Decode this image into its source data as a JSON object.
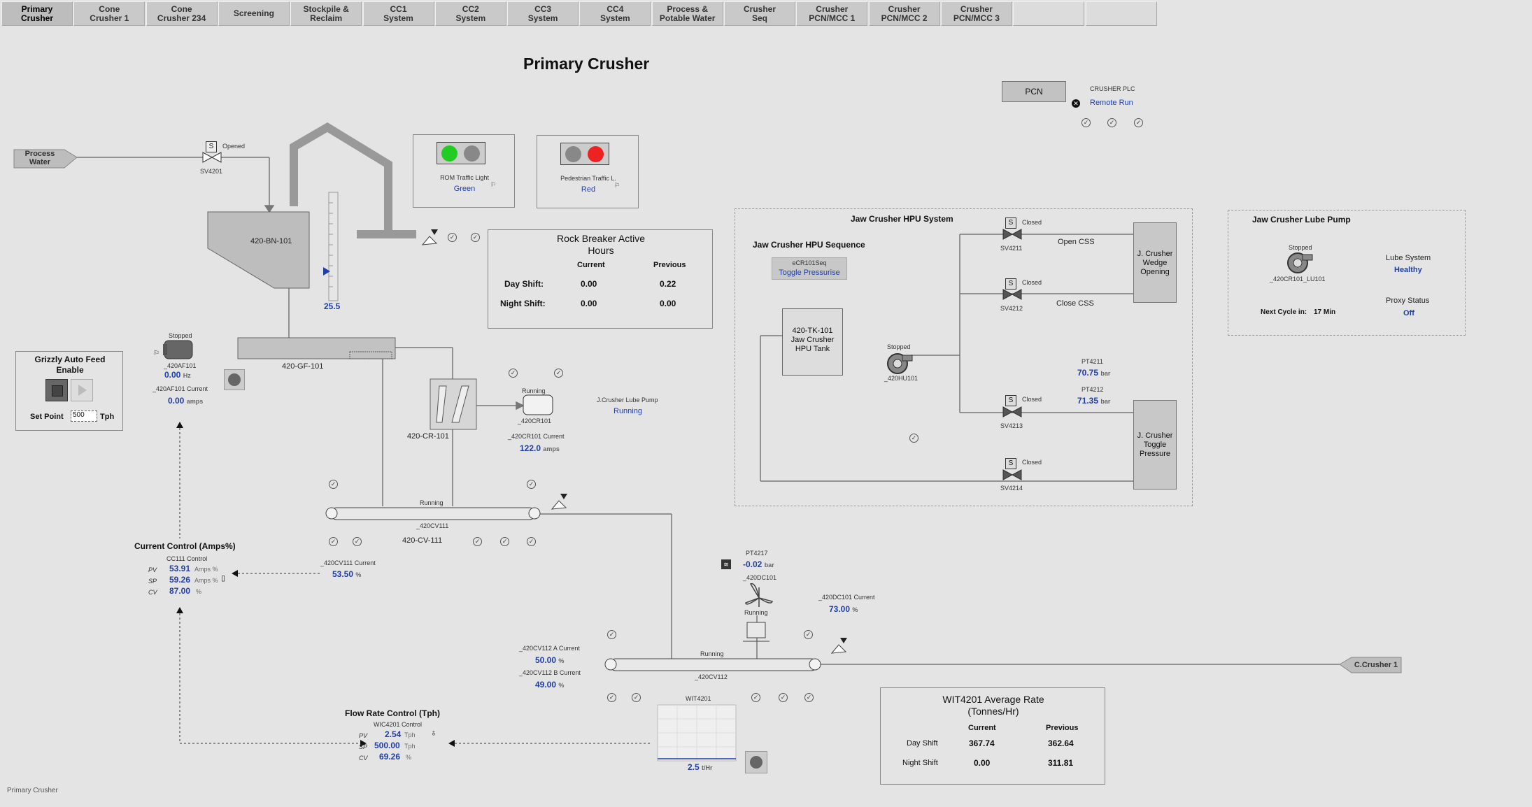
{
  "nav": {
    "tabs": [
      {
        "label": "Primary\nCrusher",
        "active": true
      },
      {
        "label": "Cone\nCrusher 1"
      },
      {
        "label": "Cone\nCrusher 234"
      },
      {
        "label": "Screening"
      },
      {
        "label": "Stockpile &\nReclaim"
      },
      {
        "label": "CC1\nSystem"
      },
      {
        "label": "CC2\nSystem"
      },
      {
        "label": "CC3\nSystem"
      },
      {
        "label": "CC4\nSystem"
      },
      {
        "label": "Process &\nPotable Water"
      },
      {
        "label": "Crusher\nSeq"
      },
      {
        "label": "Crusher\nPCN/MCC 1"
      },
      {
        "label": "Crusher\nPCN/MCC 2"
      },
      {
        "label": "Crusher\nPCN/MCC 3"
      },
      {
        "label": ""
      },
      {
        "label": ""
      }
    ]
  },
  "page": {
    "title": "Primary Crusher",
    "footer": "Primary Crusher"
  },
  "pcn": {
    "button": "PCN",
    "plc_label": "CRUSHER PLC",
    "mode": "Remote Run"
  },
  "process_water": {
    "label": "Process\nWater",
    "valve_tag": "SV4201",
    "valve_state": "Opened",
    "valve_letter": "S"
  },
  "bin": {
    "tag": "420-BN-101",
    "level": "25.5"
  },
  "rom_light": {
    "label": "ROM Traffic Light",
    "state": "Green"
  },
  "ped_light": {
    "label": "Pedestrian Traffic L.",
    "state": "Red"
  },
  "rock_breaker": {
    "title": "Rock Breaker Active\nHours",
    "col_current": "Current",
    "col_previous": "Previous",
    "rows": [
      {
        "label": "Day Shift:",
        "current": "0.00",
        "previous": "0.22"
      },
      {
        "label": "Night Shift:",
        "current": "0.00",
        "previous": "0.00"
      }
    ]
  },
  "grizzly": {
    "title": "Grizzly Auto Feed\nEnable",
    "setpoint_label": "Set Point",
    "setpoint_value": "500",
    "setpoint_unit": "Tph"
  },
  "feeder": {
    "state": "Stopped",
    "tag": "_420AF101",
    "hz": "0.00",
    "hz_unit": "Hz",
    "current_label": "_420AF101 Current",
    "current": "0.00",
    "current_unit": "amps",
    "gf_tag": "420-GF-101"
  },
  "crusher": {
    "tag": "420-CR-101",
    "motor_state": "Running",
    "motor_tag": "_420CR101",
    "current_label": "_420CR101 Current",
    "current": "122.0",
    "current_unit": "amps",
    "lube_label": "J.Crusher Lube Pump",
    "lube_state": "Running"
  },
  "cv111": {
    "state": "Running",
    "tag": "_420CV111",
    "name": "420-CV-111",
    "current_label": "_420CV111 Current",
    "current": "53.50",
    "current_unit": "%"
  },
  "current_control": {
    "title": "Current Control (Amps%)",
    "sub": "CC111 Control",
    "pv_label": "PV",
    "pv": "53.91",
    "pv_unit": "Amps %",
    "sp_label": "SP",
    "sp": "59.26",
    "sp_unit": "Amps %",
    "cv_label": "CV",
    "cv": "87.00",
    "cv_unit": "%"
  },
  "dust": {
    "pt_tag": "PT4217",
    "pt_value": "-0.02",
    "pt_unit": "bar",
    "fan_tag": "_420DC101",
    "fan_state": "Running",
    "current_label": "_420DC101 Current",
    "current": "73.00",
    "current_unit": "%"
  },
  "cv112": {
    "state": "Running",
    "tag": "_420CV112",
    "a_label": "_420CV112 A Current",
    "a_value": "50.00",
    "a_unit": "%",
    "b_label": "_420CV112 B Current",
    "b_value": "49.00",
    "b_unit": "%"
  },
  "wit": {
    "tag": "WIT4201",
    "value": "2.5",
    "unit": "t/Hr"
  },
  "flow_control": {
    "title": "Flow Rate Control (Tph)",
    "sub": "WIC4201 Control",
    "pv_label": "PV",
    "pv": "2.54",
    "pv_unit": "Tph",
    "sp_label": "SP",
    "sp": "500.00",
    "sp_unit": "Tph",
    "cv_label": "CV",
    "cv": "69.26",
    "cv_unit": "%"
  },
  "wit_avg": {
    "title": "WIT4201 Average Rate\n(Tonnes/Hr)",
    "col_current": "Current",
    "col_previous": "Previous",
    "rows": [
      {
        "label": "Day Shift",
        "current": "367.74",
        "previous": "362.64"
      },
      {
        "label": "Night Shift",
        "current": "0.00",
        "previous": "311.81"
      }
    ]
  },
  "cc1_arrow": "C.Crusher 1",
  "hpu": {
    "title": "Jaw Crusher HPU System",
    "seq_title": "Jaw Crusher HPU Sequence",
    "seq_tag": "eCR101Seq",
    "seq_button": "Toggle Pressurise",
    "tank": "420-TK-101\nJaw Crusher\nHPU Tank",
    "pump_state": "Stopped",
    "pump_tag": "_420HU101",
    "valves": [
      {
        "tag": "SV4211",
        "state": "Closed",
        "letter": "S"
      },
      {
        "tag": "SV4212",
        "state": "Closed",
        "letter": "S"
      },
      {
        "tag": "SV4213",
        "state": "Closed",
        "letter": "S"
      },
      {
        "tag": "SV4214",
        "state": "Closed",
        "letter": "S"
      }
    ],
    "open_css": "Open CSS",
    "close_css": "Close CSS",
    "pt4211_tag": "PT4211",
    "pt4211": "70.75",
    "pt4211_unit": "bar",
    "pt4212_tag": "PT4212",
    "pt4212": "71.35",
    "pt4212_unit": "bar",
    "wedge": "J. Crusher\nWedge\nOpening",
    "toggle": "J. Crusher\nToggle\nPressure"
  },
  "lube": {
    "title": "Jaw Crusher Lube Pump",
    "pump_state": "Stopped",
    "pump_tag": "_420CR101_LU101",
    "system_label": "Lube System",
    "system_value": "Healthy",
    "proxy_label": "Proxy Status",
    "proxy_value": "Off",
    "next_cycle_label": "Next Cycle in:",
    "next_cycle_value": "17 Min"
  },
  "colors": {
    "background": "#e4e4e4",
    "value_blue": "#1f3ea8",
    "green_light": "#22cc22",
    "red_light": "#ee2222"
  }
}
